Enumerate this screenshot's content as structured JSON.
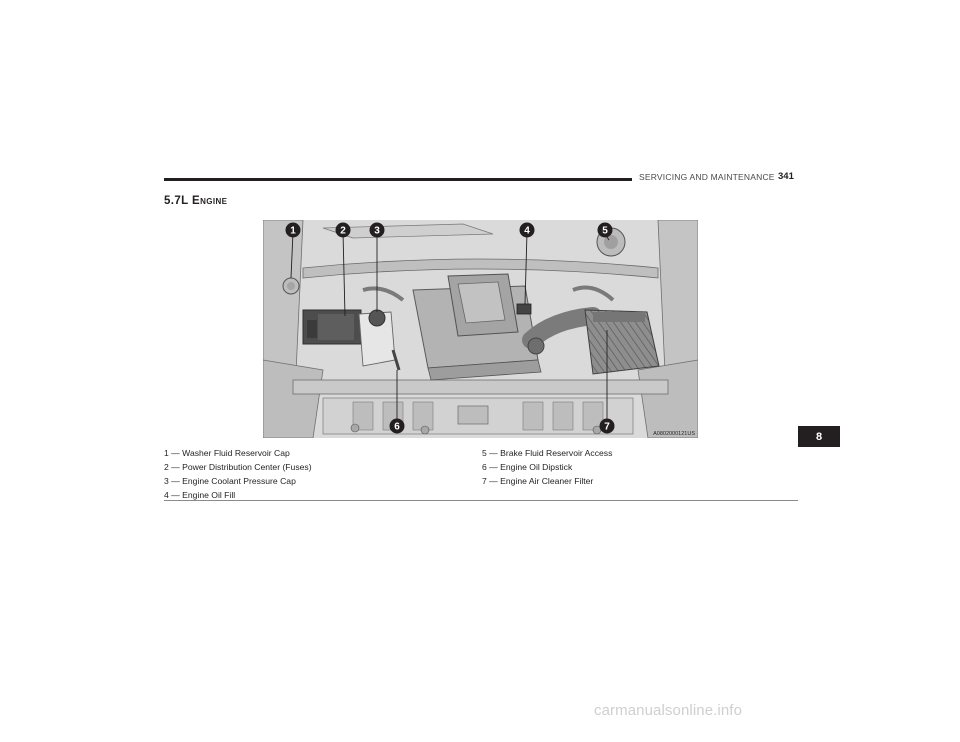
{
  "header": {
    "section": "SERVICING AND MAINTENANCE",
    "page": "341"
  },
  "title": "5.7L Engine",
  "figure": {
    "callouts": [
      "1",
      "2",
      "3",
      "4",
      "5",
      "6",
      "7"
    ],
    "image_code": "A0802000121US"
  },
  "legend": [
    "1 — Washer Fluid Reservoir Cap",
    "2 — Power Distribution Center (Fuses)",
    "3 — Engine Coolant Pressure Cap",
    "4 — Engine Oil Fill",
    "5 — Brake Fluid Reservoir Access",
    "6 — Engine Oil Dipstick",
    "7 — Engine Air Cleaner Filter"
  ],
  "chapter_tab": "8",
  "watermark": "carmanualsonline.info"
}
